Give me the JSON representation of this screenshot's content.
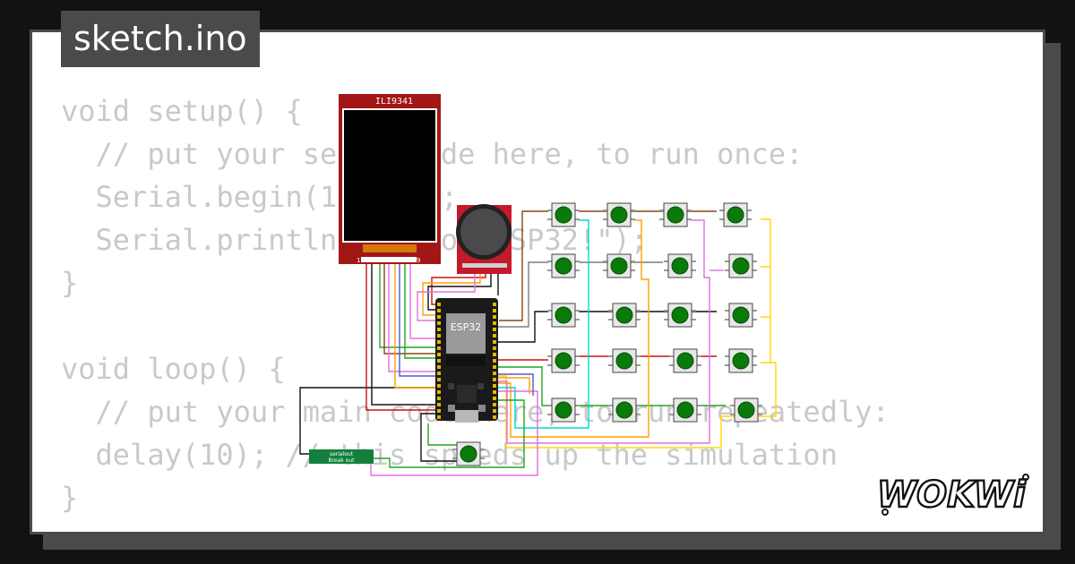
{
  "tab": {
    "filename": "sketch.ino"
  },
  "code_lines": [
    "void setup() {",
    "  // put your setup code here, to run once:",
    "  Serial.begin(115200);",
    "  Serial.println(\"Hello, ESP32!\");",
    "}",
    "",
    "void loop() {",
    "  // put your main code here, to run repeatedly:",
    "  delay(10); // this speeds up the simulation",
    "}"
  ],
  "components": {
    "display_label": "ILI9341",
    "display_pin_first": "1",
    "display_pin_last": "9",
    "mcu_label": "ESP32",
    "breakout_label_1": "serialout",
    "breakout_label_2": "Break out"
  },
  "logo": {
    "text": "WOKWi"
  },
  "colors": {
    "card_border": "#4a4a4a",
    "code_text": "#c9c9c9",
    "button_green": "#0a7a0a",
    "pcb_red": "#a31616",
    "breakout_green": "#12803c"
  }
}
